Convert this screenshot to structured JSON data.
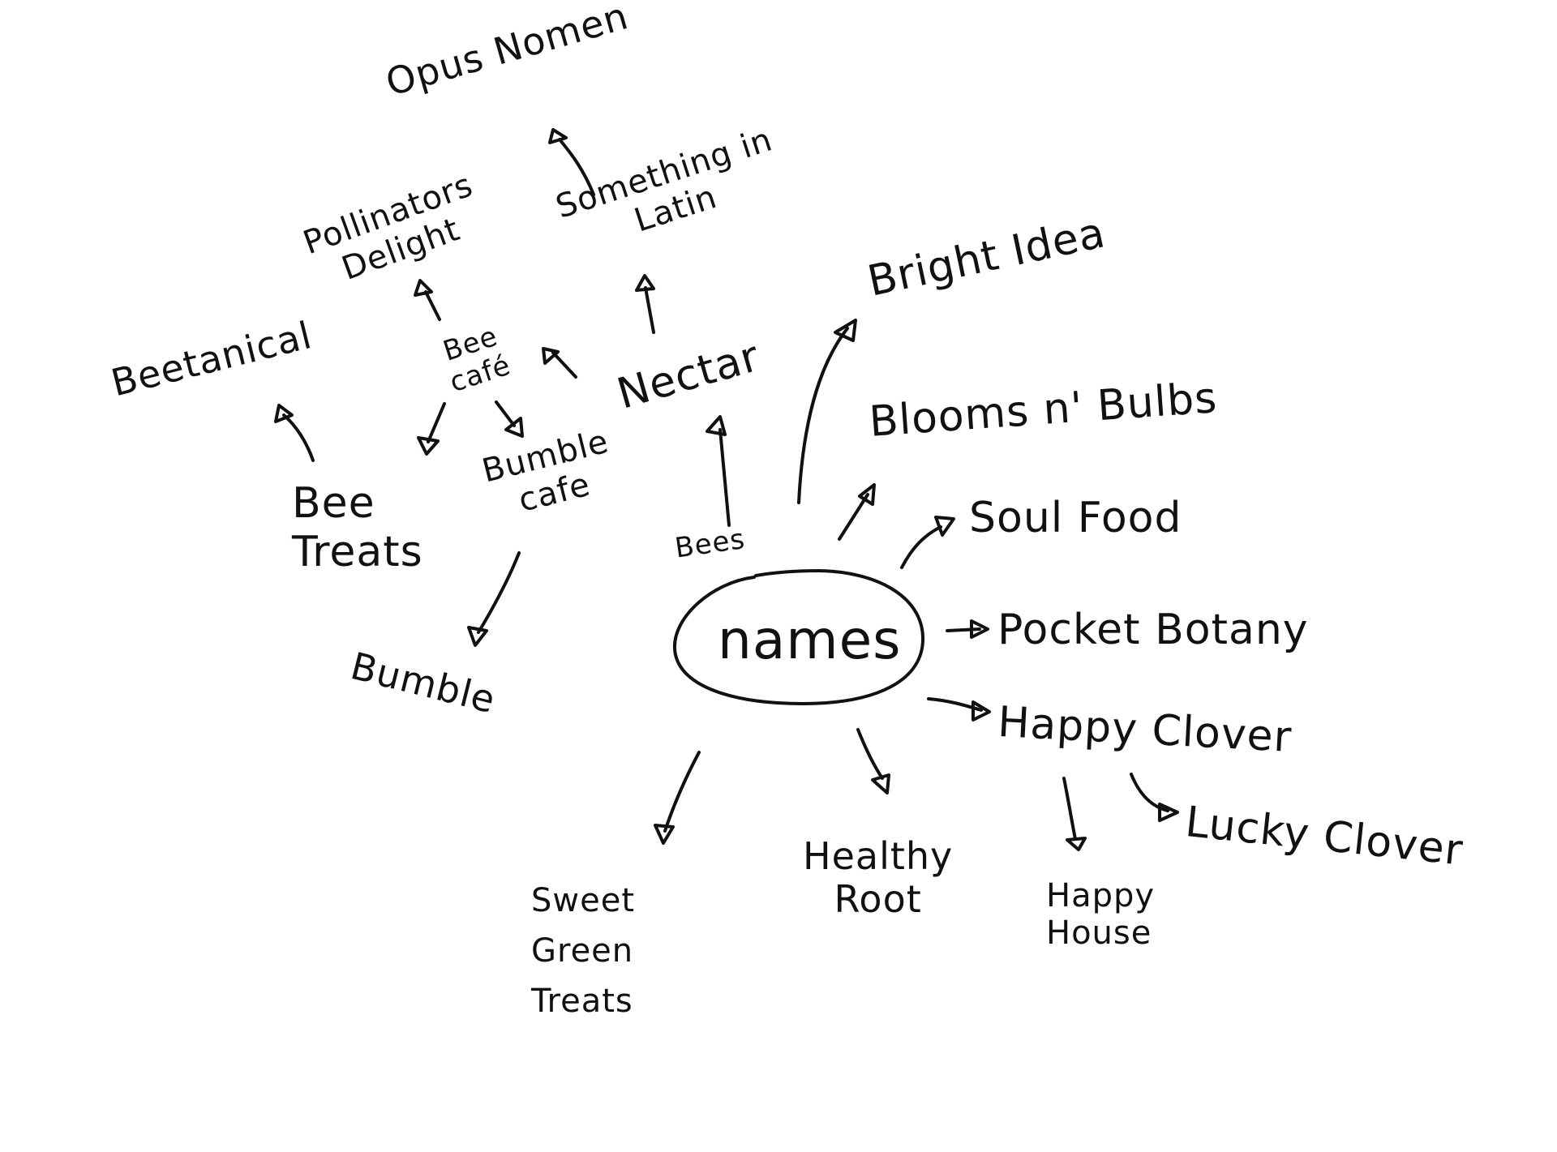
{
  "diagram": {
    "center": "names",
    "nodes": {
      "opus_nomen": "Opus Nomen",
      "something_in_latin": "Something in\nLatin",
      "pollinators_delight": "Pollinators\nDelight",
      "beetanical": "Beetanical",
      "bee_cafe": "Bee\ncafé",
      "nectar": "Nectar",
      "bright_idea": "Bright Idea",
      "blooms_n_bulbs": "Blooms n' Bulbs",
      "soul_food": "Soul Food",
      "pocket_botany": "Pocket Botany",
      "happy_clover": "Happy Clover",
      "lucky_clover": "Lucky Clover",
      "happy_house": "Happy\nHouse",
      "healthy_root": "Healthy\nRoot",
      "sweet_green_treats": "Sweet\nGreen\nTreats",
      "bumble": "Bumble",
      "bee_treats": "Bee\nTreats",
      "bumble_cafe": "Bumble\ncafe",
      "bees": "Bees"
    }
  }
}
